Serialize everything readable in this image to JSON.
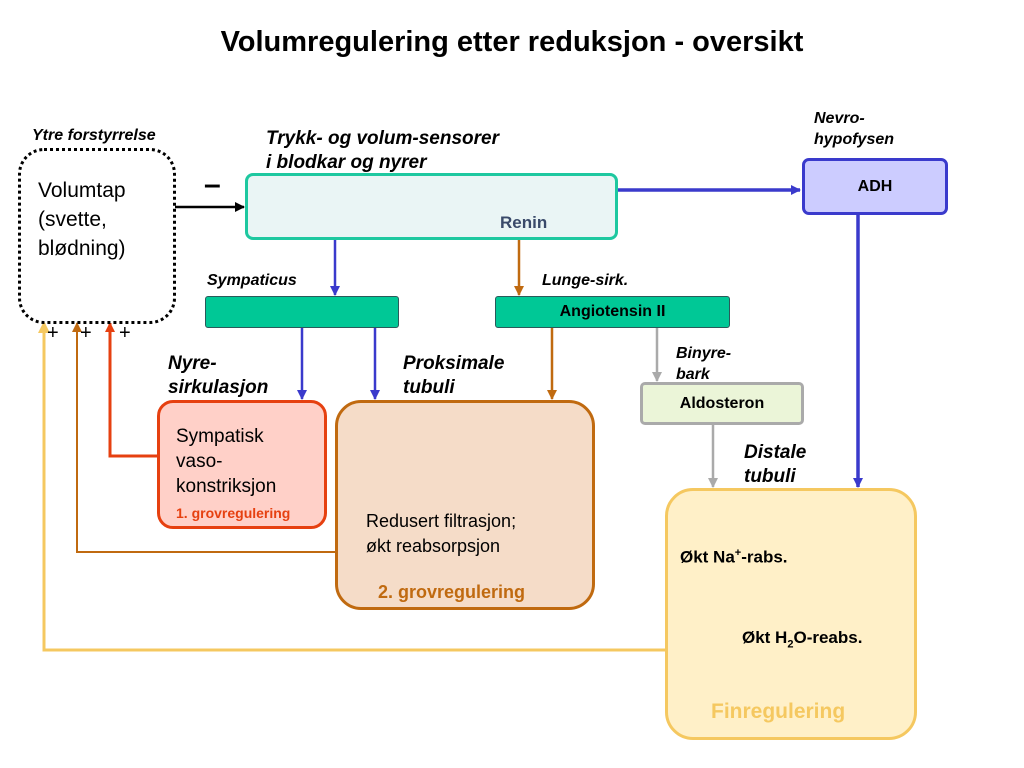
{
  "title": "Volumregulering etter reduksjon - oversikt",
  "disturbance": {
    "heading": "Ytre forstyrrelse",
    "line1": "Volumtap",
    "line2": "(svette,",
    "line3": "blødning)",
    "minus": "–",
    "plus1": "+",
    "plus2": "+",
    "plus3": "+"
  },
  "sensors": {
    "heading_line1": "Trykk- og volum-sensorer",
    "heading_line2": "i blodkar og nyrer",
    "renin": "Renin"
  },
  "neuro": {
    "heading_line1": "Nevro-",
    "heading_line2": "hypofysen",
    "adh": "ADH"
  },
  "sympaticus": {
    "label": "Sympaticus"
  },
  "lung": {
    "label": "Lunge-sirk.",
    "angiotensin": "Angiotensin II"
  },
  "adrenal": {
    "label_line1": "Binyre-",
    "label_line2": "bark",
    "aldosteron": "Aldosteron"
  },
  "kidney_circ": {
    "label_line1": "Nyre-",
    "label_line2": "sirkulasjon",
    "line1": "Sympatisk",
    "line2": "vaso-",
    "line3": "konstriksjon",
    "note": "1. grovregulering"
  },
  "proximal": {
    "label_line1": "Proksimale",
    "label_line2": "tubuli",
    "line1": "Redusert filtrasjon;",
    "line2": "økt reabsorpsjon",
    "note": "2. grovregulering"
  },
  "distal": {
    "label_line1": "Distale",
    "label_line2": "tubuli",
    "na_prefix": "Økt Na",
    "na_sup": "+",
    "na_suffix": "-rabs.",
    "h2o_prefix": "Økt H",
    "h2o_sub": "2",
    "h2o_suffix": "O-reabs.",
    "note": "Finregulering"
  },
  "colors": {
    "teal_border": "#1ec8a0",
    "teal_fill": "#eaf5f5",
    "green_fill": "#00c896",
    "blue_arrow": "#3a3acc",
    "adh_fill": "#ccccff",
    "orange_arrow": "#c06a10",
    "red": "#e64010",
    "red_fill": "#ffd0c8",
    "peach_fill": "#f5dcc8",
    "yellow": "#f5c860",
    "yellow_fill": "#fff0c8",
    "gray": "#aaaaaa",
    "aldo_fill": "#ebf5d8"
  }
}
